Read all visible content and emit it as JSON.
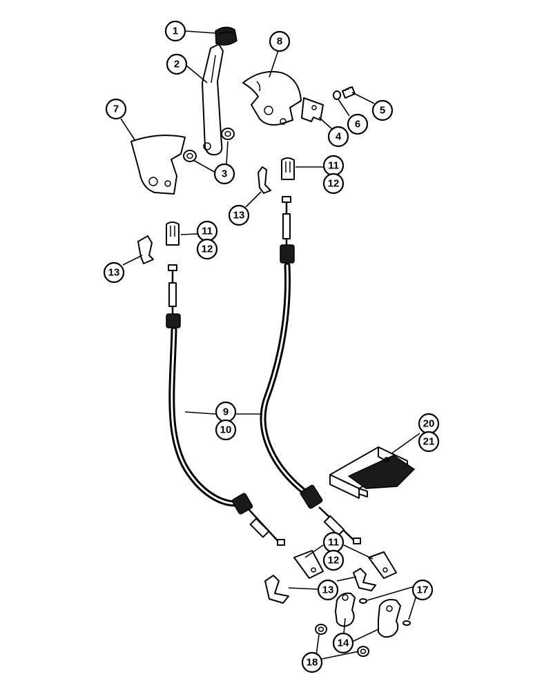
{
  "callouts": {
    "c1": "1",
    "c2": "2",
    "c3": "3",
    "c4": "4",
    "c5": "5",
    "c6": "6",
    "c7": "7",
    "c8": "8",
    "c9": "9",
    "c10": "10",
    "c11a": "11",
    "c12a": "12",
    "c11b": "11",
    "c12b": "12",
    "c11c": "11",
    "c12c": "12",
    "c13a": "13",
    "c13b": "13",
    "c13c": "13",
    "c14": "14",
    "c17": "17",
    "c18": "18",
    "c20": "20",
    "c21": "21"
  }
}
